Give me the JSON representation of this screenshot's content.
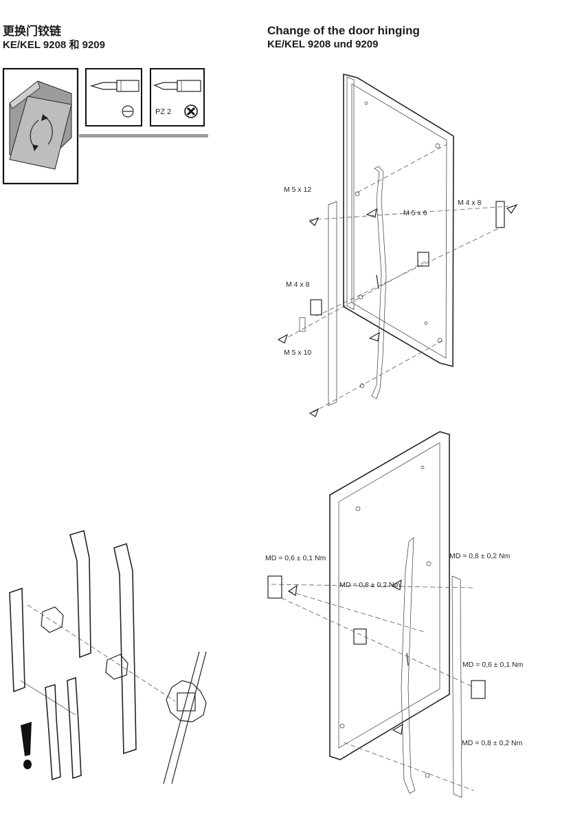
{
  "titles": {
    "zh_line1": "更换门铰链",
    "zh_line2": "KE/KEL 9208 和 9209",
    "en_line1": "Change of the door hinging",
    "en_line2": "KE/KEL 9208 und 9209"
  },
  "tool_icons": {
    "rotate": "rotate-door-icon",
    "flat": "flat-screwdriver-icon",
    "phillips": "phillips-screwdriver-icon",
    "phillips_label": "PZ 2"
  },
  "diagram1_callouts": {
    "m5x12": "M 5 x 12",
    "m4x8_right": "M 4 x 8",
    "m5x6": "M 5 x 6",
    "m4x8_left": "M 4 x 8",
    "m5x10": "M 5 x 10"
  },
  "diagram3_callouts": {
    "torque_left": "MD = 0,6 ± 0,1 Nm",
    "torque_top_right": "MD = 0,8 ± 0,2 Nm",
    "torque_center": "MD = 0,8 ± 0,2 Nm",
    "torque_right_mid": "MD = 0,6 ± 0,1 Nm",
    "torque_right_bottom": "MD = 0,8 ± 0,2 Nm"
  }
}
